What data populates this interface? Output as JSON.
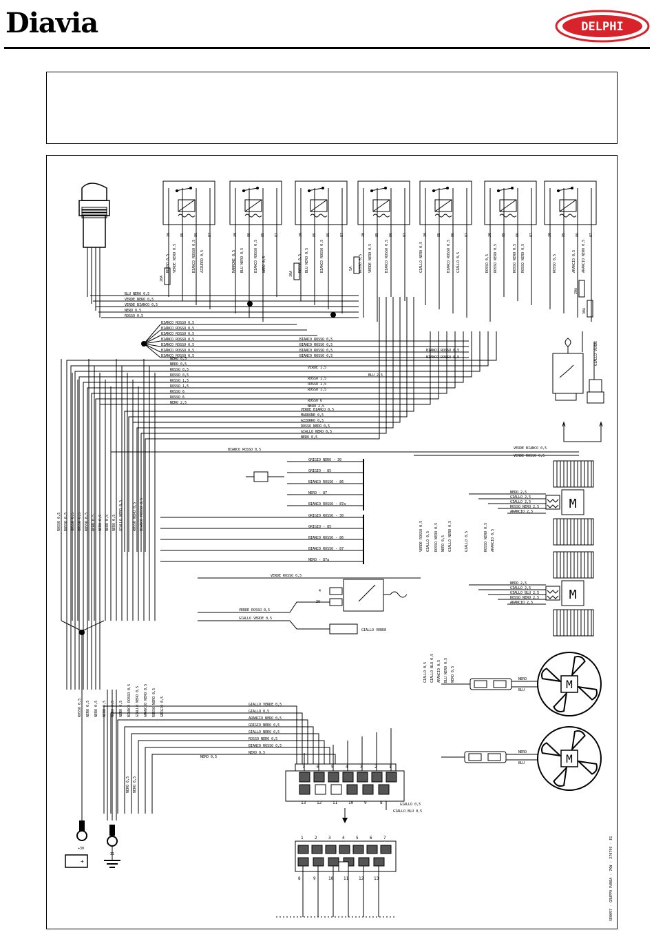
{
  "header": {
    "brand": "Diavia",
    "logo_text": "DELPHI",
    "brand_color": "#000000",
    "logo_color": "#d8232a"
  },
  "labels": {
    "relay_pins_a": [
      "30",
      "85",
      "86",
      "87"
    ],
    "relay_pins_b": [
      "30",
      "86",
      "85",
      "87",
      "87a"
    ],
    "fuses": [
      "20A",
      "30A",
      "5A",
      "20A",
      "30A"
    ],
    "wires": {
      "blu_nero": "BLU NERO 0,5",
      "verde_nero": "VERDE NERO 0,5",
      "verde_bianco": "VERDE BIANCO 0,5",
      "nero": "NERO 0,5",
      "rosso": "ROSSO 0,5",
      "bianco_rosso": "BIANCO ROSSO 0,5",
      "rosso_1_5": "ROSSO 1,5",
      "rosso_6": "ROSSO 6",
      "nero_2_5": "NERO 2,5",
      "verde_1_5": "VERDE 1,5",
      "blu_2_5": "BLU 2,5",
      "marrone": "MARRONE 0,5",
      "azzurro": "AZZURRO 0,5",
      "rosso_nero": "ROSSO NERO 0,5",
      "giallo_nero": "GIALLO NERO 0,5",
      "verde_rosso": "VERDE ROSSO 0,5",
      "giallo_verde": "GIALLO VERDE 0,5",
      "giallo": "GIALLO 0,5",
      "giallo_blu": "GIALLO BLU 0,5",
      "arancio": "ARANCIO 0,5",
      "arancio_nero": "ARANCIO NERO 0,5",
      "grigio_nero": "GRIGIO NERO 0,5",
      "grigio": "GRIGIO 0,5",
      "grigio_rosso": "GRIGIO ROSSO 0,5"
    },
    "mid_relay_a": [
      "GRIGIO NERO - 30",
      "GRIGIO - 85",
      "BIANCO ROSSO - 86",
      "NERO - 87",
      "BIANCO ROSSO - 87a"
    ],
    "mid_relay_b": [
      "GRIGIO ROSSO - 30",
      "GRIGIO - 85",
      "BIANCO ROSSO - 86",
      "BIANCO ROSSO - 87",
      "NERO - 87a"
    ],
    "motor_wires_1": [
      "NERO 2,5",
      "GIALLO 2,5",
      "GIALLO 2,5",
      "ROSSO NERO 2,5",
      "ARANCIO 2,5"
    ],
    "motor_wires_2": [
      "NERO 2,5",
      "GIALLO 2,5",
      "GIALLO BLU 2,5",
      "ROSSO NERO 2,5",
      "ARANCIO 2,5"
    ],
    "fan_wires": [
      "NERO",
      "BLU"
    ],
    "giallo_verde_switch": "GIALLO VERDE",
    "connector_top": [
      "7",
      "6",
      "5",
      "4",
      "3",
      "2",
      "1"
    ],
    "connector_bottom": [
      "13",
      "12",
      "11",
      "10",
      "9",
      "8"
    ],
    "connector2_top": [
      "1",
      "2",
      "3",
      "4",
      "5",
      "6",
      "7"
    ],
    "connector2_bottom": [
      "8",
      "9",
      "10",
      "11",
      "12",
      "13"
    ],
    "battery_plus": "+30",
    "ground": "-31",
    "m_symbol": "M",
    "compressor_pins": [
      "4",
      "30"
    ],
    "footer_code": "SE0097 - GRUPPO PANDA - 7KW - 270799 - E1"
  }
}
